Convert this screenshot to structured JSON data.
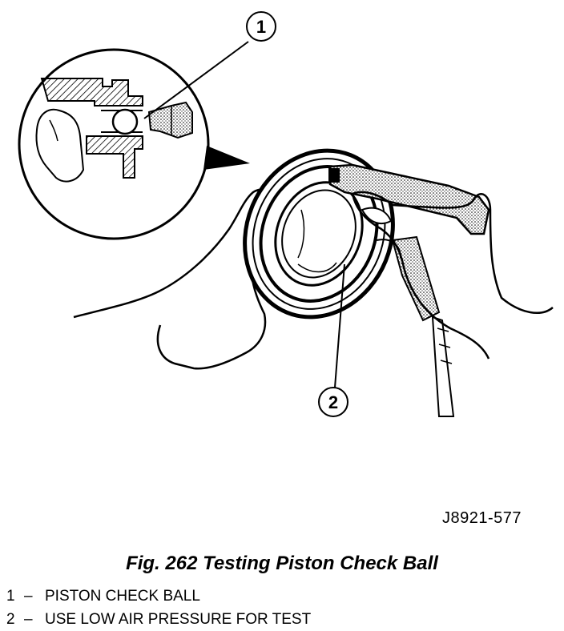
{
  "callouts": [
    {
      "number": "1"
    },
    {
      "number": "2"
    }
  ],
  "figure_code": "J8921-577",
  "caption": "Fig. 262 Testing Piston Check Ball",
  "legend": [
    {
      "number": "1",
      "dash": "–",
      "text": "PISTON CHECK BALL"
    },
    {
      "number": "2",
      "dash": "–",
      "text": "USE LOW AIR PRESSURE FOR TEST"
    }
  ]
}
